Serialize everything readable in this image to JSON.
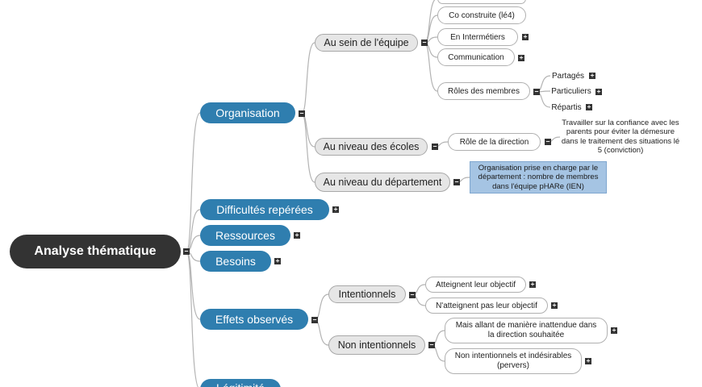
{
  "mindmap": {
    "root": "Analyse thématique",
    "organisation": {
      "label": "Organisation",
      "au_sein": {
        "label": "Au sein de l'équipe",
        "co_construite": "Co construite (lé4)",
        "intermetiers": "En Intermétiers",
        "communication": "Communication",
        "roles": {
          "label": "Rôles des membres",
          "partages": "Partagés",
          "particuliers": "Particuliers",
          "repartis": "Répartis"
        }
      },
      "ecoles": {
        "label": "Au niveau des écoles",
        "direction": "Rôle de la direction",
        "direction_note": "Travailler sur la confiance avec les parents  pour éviter la démesure dans le traitement des situations lé 5 (conviction)"
      },
      "departement": {
        "label": "Au niveau du département",
        "note": "Organisation prise en charge par le département : nombre de membres dans l'équipe pHARe (IEN)"
      }
    },
    "difficultes": "Difficultés repérées",
    "ressources": "Ressources",
    "besoins": "Besoins",
    "effets": {
      "label": "Effets observés",
      "intentionnels": {
        "label": "Intentionnels",
        "atteignent": "Atteignent leur objectif",
        "n_atteignent": "N'atteignent pas leur objectif"
      },
      "non_intentionnels": {
        "label": "Non intentionnels",
        "inattendue": "Mais allant de manière inattendue dans la direction souhaitée",
        "indesirables": "Non intentionnels et indésirables (pervers)"
      }
    },
    "legitimite": "Légitimité"
  },
  "toggle_symbols": {
    "collapse": "−",
    "expand": "+"
  }
}
